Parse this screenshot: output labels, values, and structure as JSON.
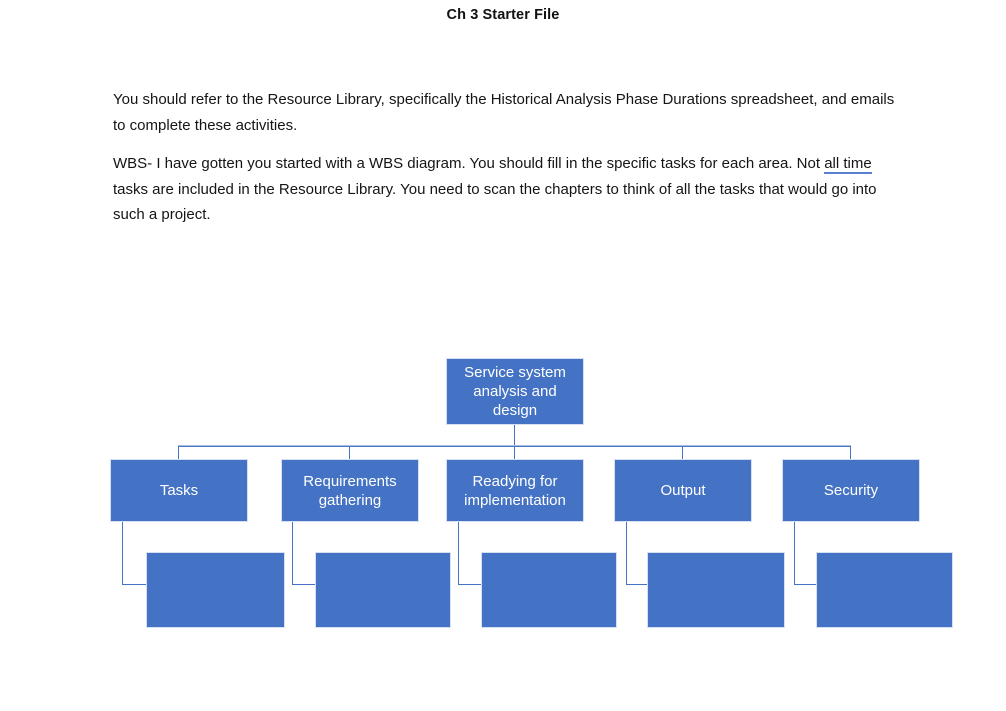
{
  "document": {
    "title": "Ch 3 Starter File",
    "paragraphs": [
      {
        "id": "instructions",
        "text": "You should refer to the Resource Library, specifically the Historical Analysis Phase Durations spreadsheet, and emails to complete these activities."
      },
      {
        "id": "wbs-instructions",
        "lead": "WBS- I have gotten you started with a WBS diagram. You should fill in the specific tasks for each area. Not ",
        "marked": "all time",
        "tail": " tasks are included in the Resource Library.  You need to scan the chapters to think of all the tasks that would go into such a project."
      }
    ]
  },
  "colors": {
    "node_fill": "#4472C4",
    "node_border": "#D7E0F2",
    "connector": "#4472C4",
    "bus": "#A8BDE4",
    "grammar_underline": "#5B7FD1",
    "text": "#151515",
    "page_background": "#FFFFFF"
  },
  "diagram": {
    "type": "wbs-tree",
    "root": {
      "label": "Service system analysis and design"
    },
    "branches": [
      {
        "label": "Tasks",
        "child_label": ""
      },
      {
        "label": "Requirements gathering",
        "child_label": ""
      },
      {
        "label": "Readying for implementation",
        "child_label": ""
      },
      {
        "label": "Output",
        "child_label": ""
      },
      {
        "label": "Security",
        "child_label": ""
      }
    ]
  }
}
